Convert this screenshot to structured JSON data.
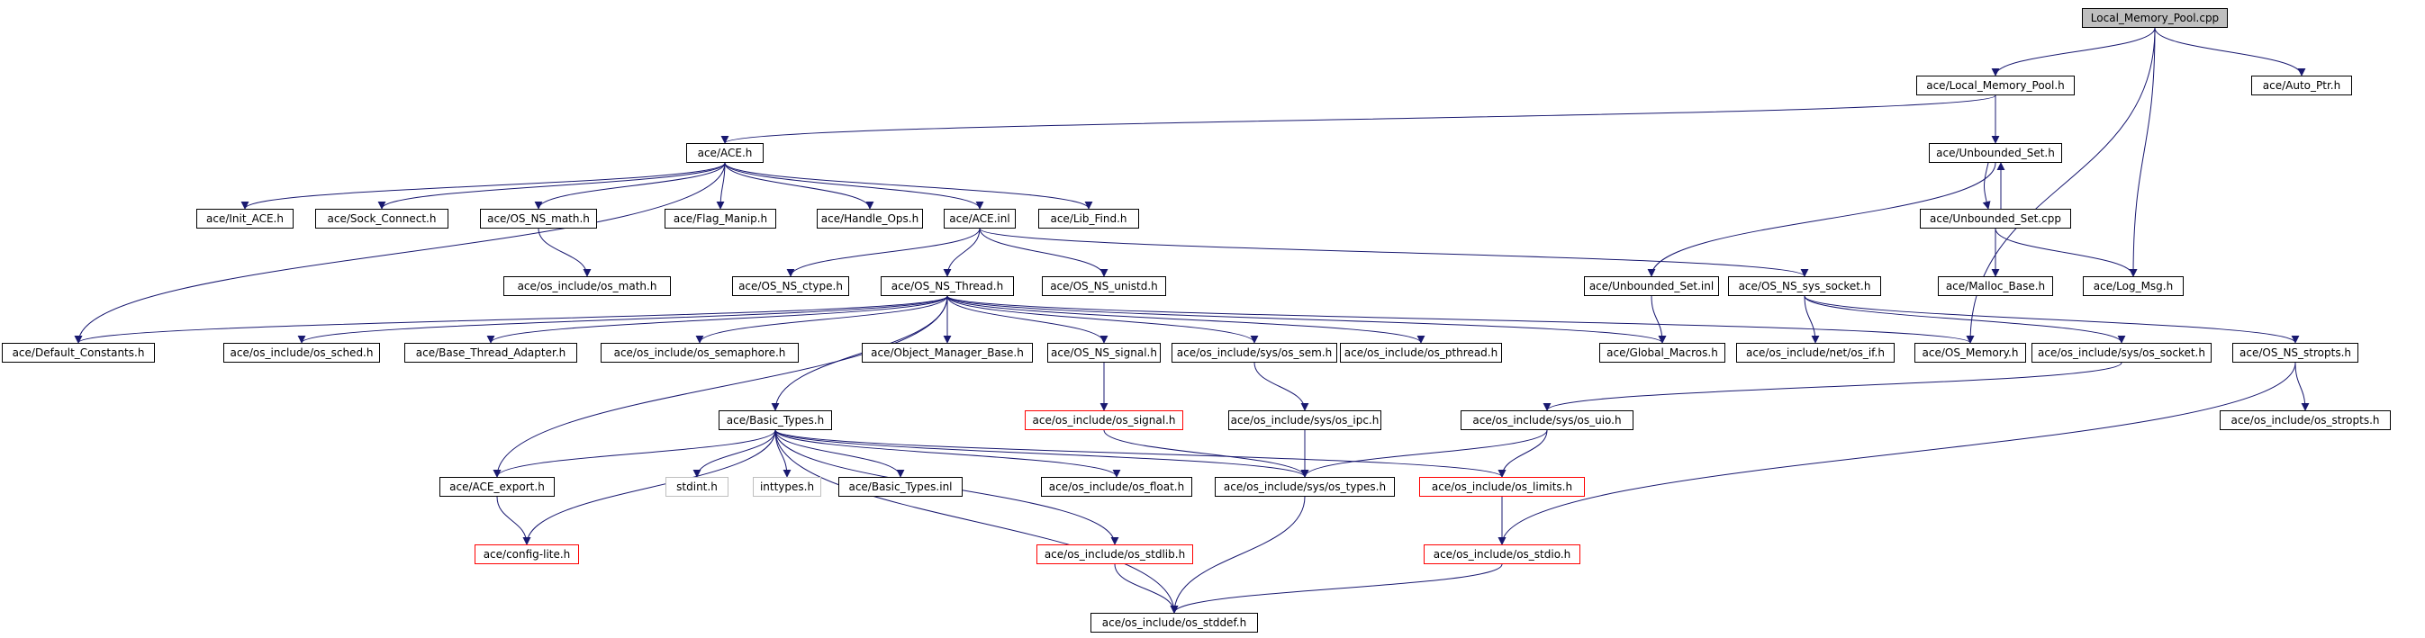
{
  "graph": {
    "title": "Local_Memory_Pool.cpp",
    "colors": {
      "edge": "#191970",
      "root_fill": "#bfbfbf",
      "incomplete_border": "#ff0000",
      "system_border": "#bfbfbf"
    },
    "nodes": [
      {
        "id": "root",
        "label": "Local_Memory_Pool.cpp",
        "style": "root"
      },
      {
        "id": "lmp_h",
        "label": "ace/Local_Memory_Pool.h"
      },
      {
        "id": "auto_ptr",
        "label": "ace/Auto_Ptr.h"
      },
      {
        "id": "ace_h",
        "label": "ace/ACE.h"
      },
      {
        "id": "unb_h",
        "label": "ace/Unbounded_Set.h"
      },
      {
        "id": "init_ace",
        "label": "ace/Init_ACE.h"
      },
      {
        "id": "sock_connect",
        "label": "ace/Sock_Connect.h"
      },
      {
        "id": "os_ns_math",
        "label": "ace/OS_NS_math.h"
      },
      {
        "id": "flag_manip",
        "label": "ace/Flag_Manip.h"
      },
      {
        "id": "handle_ops",
        "label": "ace/Handle_Ops.h"
      },
      {
        "id": "ace_inl",
        "label": "ace/ACE.inl"
      },
      {
        "id": "lib_find",
        "label": "ace/Lib_Find.h"
      },
      {
        "id": "unb_cpp",
        "label": "ace/Unbounded_Set.cpp"
      },
      {
        "id": "os_math",
        "label": "ace/os_include/os_math.h"
      },
      {
        "id": "os_ns_ctype",
        "label": "ace/OS_NS_ctype.h"
      },
      {
        "id": "os_ns_thread",
        "label": "ace/OS_NS_Thread.h"
      },
      {
        "id": "os_ns_unistd",
        "label": "ace/OS_NS_unistd.h"
      },
      {
        "id": "unb_inl",
        "label": "ace/Unbounded_Set.inl"
      },
      {
        "id": "os_ns_sys_socket",
        "label": "ace/OS_NS_sys_socket.h"
      },
      {
        "id": "malloc_base",
        "label": "ace/Malloc_Base.h"
      },
      {
        "id": "log_msg",
        "label": "ace/Log_Msg.h"
      },
      {
        "id": "default_constants",
        "label": "ace/Default_Constants.h"
      },
      {
        "id": "os_sched",
        "label": "ace/os_include/os_sched.h"
      },
      {
        "id": "base_thread_adapter",
        "label": "ace/Base_Thread_Adapter.h"
      },
      {
        "id": "os_semaphore",
        "label": "ace/os_include/os_semaphore.h"
      },
      {
        "id": "object_manager_base",
        "label": "ace/Object_Manager_Base.h"
      },
      {
        "id": "os_ns_signal",
        "label": "ace/OS_NS_signal.h"
      },
      {
        "id": "os_sys_sem",
        "label": "ace/os_include/sys/os_sem.h"
      },
      {
        "id": "os_pthread",
        "label": "ace/os_include/os_pthread.h"
      },
      {
        "id": "global_macros",
        "label": "ace/Global_Macros.h"
      },
      {
        "id": "os_net_if",
        "label": "ace/os_include/net/os_if.h"
      },
      {
        "id": "os_memory",
        "label": "ace/OS_Memory.h"
      },
      {
        "id": "os_sys_socket",
        "label": "ace/os_include/sys/os_socket.h"
      },
      {
        "id": "os_ns_stropts",
        "label": "ace/OS_NS_stropts.h"
      },
      {
        "id": "os_signal",
        "label": "ace/os_include/os_signal.h",
        "style": "red"
      },
      {
        "id": "os_sys_ipc",
        "label": "ace/os_include/sys/os_ipc.h"
      },
      {
        "id": "basic_types",
        "label": "ace/Basic_Types.h"
      },
      {
        "id": "os_sys_uio",
        "label": "ace/os_include/sys/os_uio.h"
      },
      {
        "id": "os_stropts",
        "label": "ace/os_include/os_stropts.h"
      },
      {
        "id": "ace_export",
        "label": "ace/ACE_export.h"
      },
      {
        "id": "stdint",
        "label": "stdint.h",
        "style": "grey"
      },
      {
        "id": "inttypes",
        "label": "inttypes.h",
        "style": "grey"
      },
      {
        "id": "basic_types_inl",
        "label": "ace/Basic_Types.inl"
      },
      {
        "id": "os_float",
        "label": "ace/os_include/os_float.h"
      },
      {
        "id": "os_sys_types",
        "label": "ace/os_include/sys/os_types.h"
      },
      {
        "id": "os_limits",
        "label": "ace/os_include/os_limits.h",
        "style": "red"
      },
      {
        "id": "config_lite",
        "label": "ace/config-lite.h",
        "style": "red"
      },
      {
        "id": "os_stdlib",
        "label": "ace/os_include/os_stdlib.h",
        "style": "red"
      },
      {
        "id": "os_stdio",
        "label": "ace/os_include/os_stdio.h",
        "style": "red"
      },
      {
        "id": "os_stddef",
        "label": "ace/os_include/os_stddef.h"
      }
    ],
    "edges": [
      [
        "root",
        "lmp_h"
      ],
      [
        "root",
        "auto_ptr"
      ],
      [
        "root",
        "log_msg"
      ],
      [
        "root",
        "os_memory"
      ],
      [
        "lmp_h",
        "ace_h"
      ],
      [
        "lmp_h",
        "unb_h"
      ],
      [
        "ace_h",
        "init_ace"
      ],
      [
        "ace_h",
        "sock_connect"
      ],
      [
        "ace_h",
        "os_ns_math"
      ],
      [
        "ace_h",
        "flag_manip"
      ],
      [
        "ace_h",
        "handle_ops"
      ],
      [
        "ace_h",
        "ace_inl"
      ],
      [
        "ace_h",
        "lib_find"
      ],
      [
        "ace_h",
        "default_constants"
      ],
      [
        "unb_h",
        "unb_cpp"
      ],
      [
        "unb_cpp",
        "unb_h"
      ],
      [
        "unb_h",
        "unb_inl"
      ],
      [
        "unb_cpp",
        "malloc_base"
      ],
      [
        "unb_cpp",
        "log_msg"
      ],
      [
        "os_ns_math",
        "os_math"
      ],
      [
        "ace_inl",
        "os_ns_ctype"
      ],
      [
        "ace_inl",
        "os_ns_thread"
      ],
      [
        "ace_inl",
        "os_ns_unistd"
      ],
      [
        "ace_inl",
        "os_ns_sys_socket"
      ],
      [
        "unb_inl",
        "global_macros"
      ],
      [
        "os_ns_sys_socket",
        "os_net_if"
      ],
      [
        "os_ns_sys_socket",
        "os_sys_socket"
      ],
      [
        "os_ns_sys_socket",
        "os_ns_stropts"
      ],
      [
        "os_ns_thread",
        "default_constants"
      ],
      [
        "os_ns_thread",
        "os_sched"
      ],
      [
        "os_ns_thread",
        "base_thread_adapter"
      ],
      [
        "os_ns_thread",
        "os_semaphore"
      ],
      [
        "os_ns_thread",
        "object_manager_base"
      ],
      [
        "os_ns_thread",
        "os_ns_signal"
      ],
      [
        "os_ns_thread",
        "os_sys_sem"
      ],
      [
        "os_ns_thread",
        "os_pthread"
      ],
      [
        "os_ns_thread",
        "global_macros"
      ],
      [
        "os_ns_thread",
        "os_memory"
      ],
      [
        "os_ns_thread",
        "basic_types"
      ],
      [
        "os_ns_thread",
        "ace_export"
      ],
      [
        "os_ns_signal",
        "os_signal"
      ],
      [
        "os_sys_sem",
        "os_sys_ipc"
      ],
      [
        "os_sys_ipc",
        "os_sys_types"
      ],
      [
        "os_signal",
        "os_sys_types"
      ],
      [
        "os_sys_socket",
        "os_sys_uio"
      ],
      [
        "os_sys_uio",
        "os_sys_types"
      ],
      [
        "os_sys_uio",
        "os_limits"
      ],
      [
        "os_ns_stropts",
        "os_stropts"
      ],
      [
        "os_ns_stropts",
        "os_stdio"
      ],
      [
        "basic_types",
        "ace_export"
      ],
      [
        "basic_types",
        "config_lite"
      ],
      [
        "basic_types",
        "stdint"
      ],
      [
        "basic_types",
        "inttypes"
      ],
      [
        "basic_types",
        "basic_types_inl"
      ],
      [
        "basic_types",
        "os_float"
      ],
      [
        "basic_types",
        "os_sys_types"
      ],
      [
        "basic_types",
        "os_limits"
      ],
      [
        "basic_types",
        "os_stdlib"
      ],
      [
        "basic_types",
        "os_stddef"
      ],
      [
        "ace_export",
        "config_lite"
      ],
      [
        "os_limits",
        "os_stdio"
      ],
      [
        "os_stdlib",
        "os_stddef"
      ],
      [
        "os_sys_types",
        "os_stddef"
      ],
      [
        "os_stdio",
        "os_stddef"
      ]
    ]
  }
}
